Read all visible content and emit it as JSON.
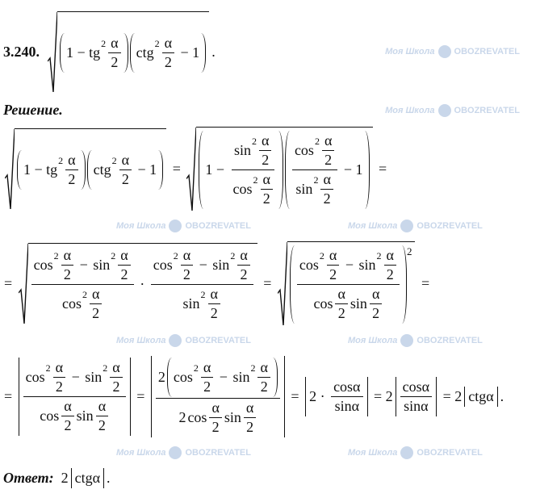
{
  "problem_number": "3.240.",
  "solution_label": "Решение.",
  "answer_label": "Ответ:",
  "watermark": {
    "school": "Моя Школа",
    "brand": "OBOZREVATEL"
  },
  "defs": {
    "h": {
      "f": [
        [
          "α"
        ],
        [
          "2"
        ]
      ]
    },
    "c2": [
      "cos",
      {
        "sup": "2"
      },
      {
        "ref": "h"
      }
    ],
    "s2": [
      "sin",
      {
        "sup": "2"
      },
      {
        "ref": "h"
      }
    ],
    "diff": [
      {
        "ref": "c2"
      },
      " − ",
      {
        "ref": "s2"
      }
    ],
    "cs": [
      "cos",
      {
        "ref": "h"
      },
      "sin",
      {
        "ref": "h"
      }
    ],
    "orig": {
      "sqrt": [
        {
          "p": [
            "1 − tg",
            {
              "sup": "2"
            },
            {
              "ref": "h"
            }
          ]
        },
        {
          "p": [
            "ctg",
            {
              "sup": "2"
            },
            {
              "ref": "h"
            },
            " − 1"
          ]
        }
      ]
    }
  },
  "rows": [
    [
      {
        "ref": "orig"
      },
      "."
    ],
    [
      {
        "ref": "orig"
      },
      " = ",
      {
        "sqrt": [
          {
            "p": [
              "1 − ",
              {
                "f": [
                  [
                    {
                      "ref": "s2"
                    }
                  ],
                  [
                    {
                      "ref": "c2"
                    }
                  ]
                ]
              }
            ]
          },
          {
            "p": [
              {
                "f": [
                  [
                    {
                      "ref": "c2"
                    }
                  ],
                  [
                    {
                      "ref": "s2"
                    }
                  ]
                ]
              },
              " − 1"
            ]
          }
        ]
      },
      " ="
    ],
    [
      "= ",
      {
        "sqrt": [
          {
            "f": [
              [
                {
                  "ref": "diff"
                }
              ],
              [
                {
                  "ref": "c2"
                }
              ]
            ]
          },
          " · ",
          {
            "f": [
              [
                {
                  "ref": "diff"
                }
              ],
              [
                {
                  "ref": "s2"
                }
              ]
            ]
          }
        ]
      },
      " = ",
      {
        "sqrt": [
          {
            "p": [
              {
                "f": [
                  [
                    {
                      "ref": "diff"
                    }
                  ],
                  [
                    {
                      "ref": "cs"
                    }
                  ]
                ]
              }
            ],
            "exp": "2"
          }
        ]
      },
      " ="
    ],
    [
      "= ",
      {
        "abs": [
          {
            "f": [
              [
                {
                  "ref": "diff"
                }
              ],
              [
                {
                  "ref": "cs"
                }
              ]
            ]
          }
        ]
      },
      " = ",
      {
        "abs": [
          {
            "f": [
              [
                "2",
                {
                  "p": [
                    {
                      "ref": "diff"
                    }
                  ]
                }
              ],
              [
                "2",
                {
                  "ref": "cs"
                }
              ]
            ]
          }
        ]
      },
      " = ",
      {
        "abs": [
          "2 · ",
          {
            "f": [
              [
                "cosα"
              ],
              [
                "sinα"
              ]
            ]
          }
        ]
      },
      " = 2",
      {
        "abs": [
          {
            "f": [
              [
                "cosα"
              ],
              [
                "sinα"
              ]
            ]
          }
        ]
      },
      " = 2",
      {
        "abs": [
          "ctgα"
        ]
      },
      "."
    ],
    [
      "2",
      {
        "abs": [
          "ctgα"
        ]
      },
      "."
    ]
  ]
}
